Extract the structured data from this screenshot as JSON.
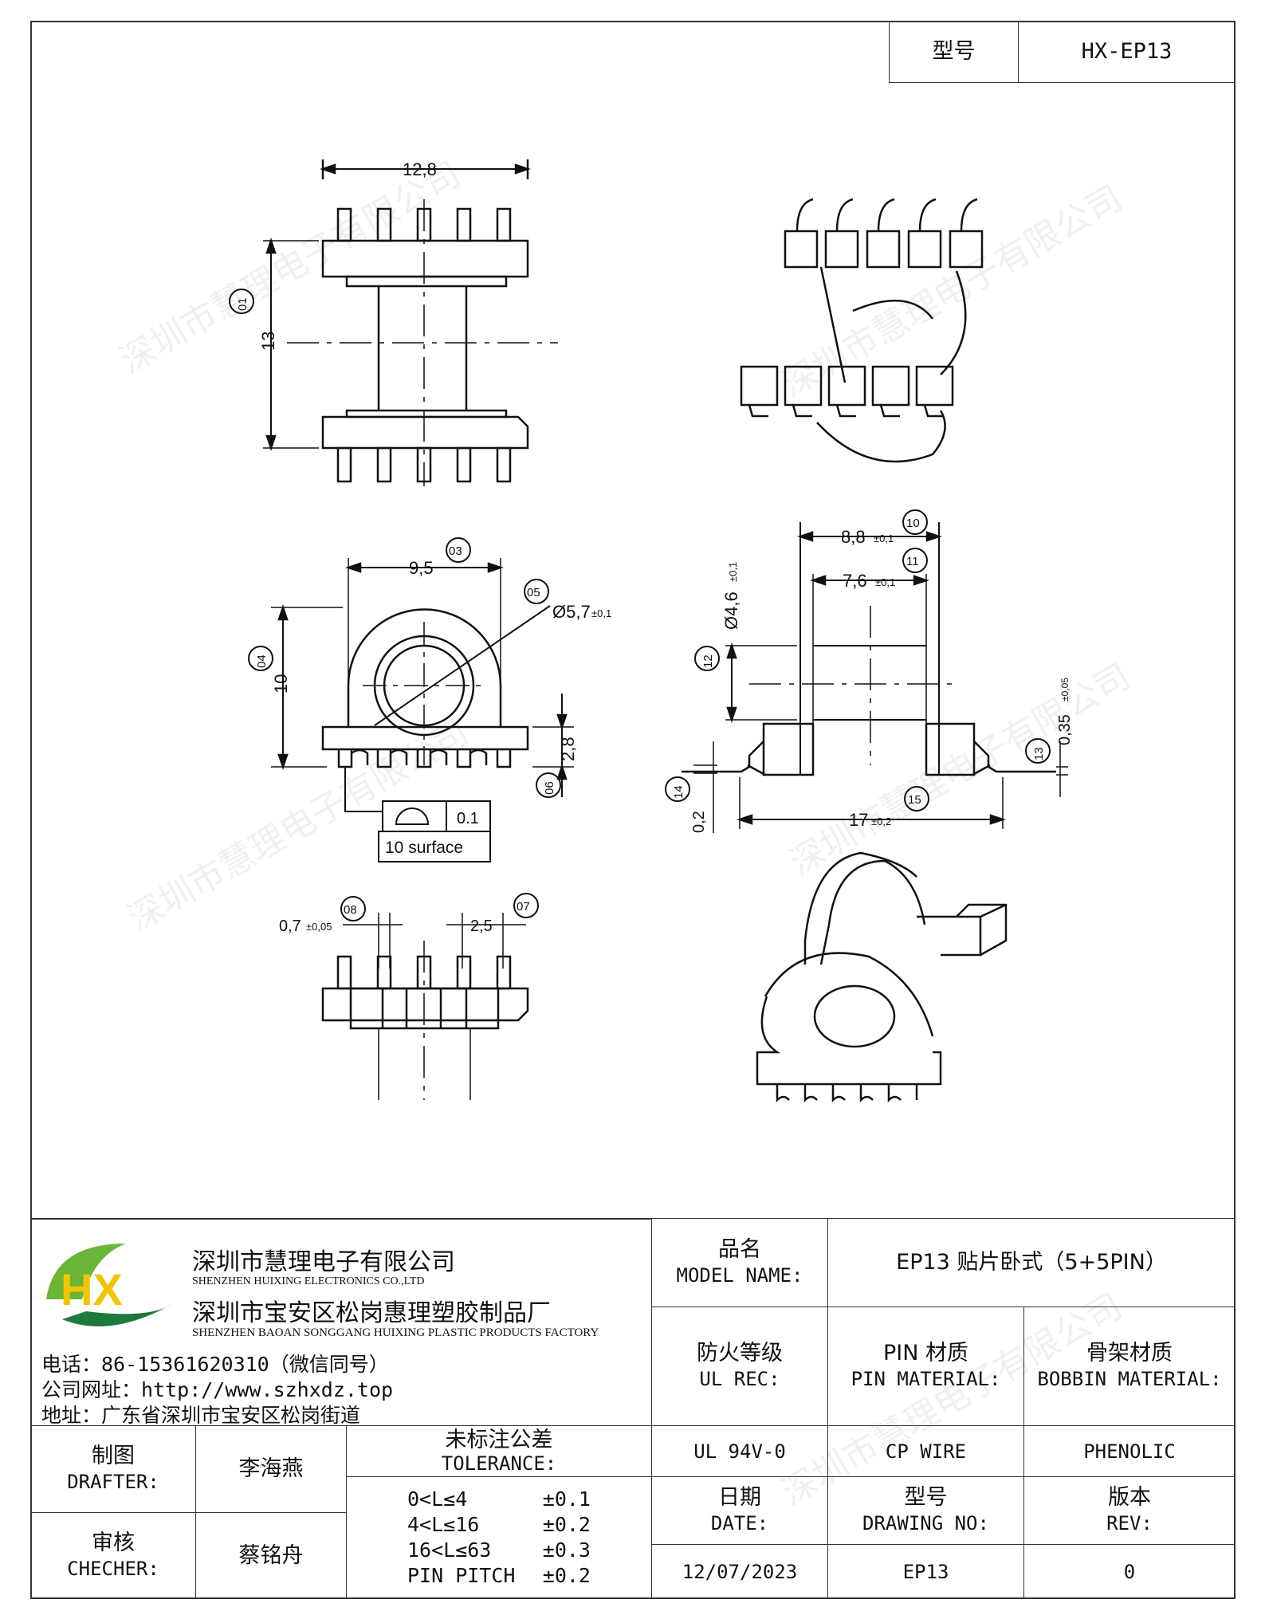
{
  "header": {
    "model_label": "型号",
    "model_value": "HX-EP13"
  },
  "drawing": {
    "dims": {
      "w128": "12,8",
      "h13": "13",
      "w95": "9,5",
      "d57": "Ø5,7",
      "d57_tol": "±0,1",
      "h10": "10",
      "h28": "2,8",
      "w88": "8,8",
      "w88_tol": "±0,1",
      "w76": "7,6",
      "w76_tol": "±0,1",
      "d46": "Ø4,6",
      "d46_tol": "±0,1",
      "t035": "0,35",
      "t035_tol": "±0,05",
      "w17": "17",
      "w17_tol": "±0,2",
      "h02": "0,2",
      "pw": "0,7",
      "pw_tol": "±0,05",
      "pp": "2,5"
    },
    "balloons": [
      "01",
      "03",
      "04",
      "05",
      "06",
      "07",
      "08",
      "10",
      "11",
      "12",
      "13",
      "14",
      "15"
    ],
    "flatness": {
      "value": "0.1",
      "surface": "10 surface"
    }
  },
  "watermark": "深圳市慧理电子有限公司",
  "company": {
    "logo_text": "HX",
    "name_cn": "深圳市慧理电子有限公司",
    "name_en": "SHENZHEN HUIXING ELECTRONICS CO.,LTD",
    "factory_cn": "深圳市宝安区松岗惠理塑胶制品厂",
    "factory_en": "SHENZHEN BAOAN SONGGANG HUIXING PLASTIC PRODUCTS FACTORY",
    "phone": "电话：86-15361620310（微信同号）",
    "website": "公司网址：http://www.szhxdz.top",
    "address": "地址：广东省深圳市宝安区松岗街道"
  },
  "table": {
    "model_name_cn": "品名",
    "model_name_en": "MODEL NAME:",
    "model_name_value": "EP13 贴片卧式（5+5PIN）",
    "ul_cn": "防火等级",
    "ul_en": "UL REC:",
    "pin_cn": "PIN 材质",
    "pin_en": "PIN MATERIAL:",
    "bobbin_cn": "骨架材质",
    "bobbin_en": "BOBBIN MATERIAL:",
    "ul_value": "UL 94V-0",
    "pin_value": "CP WIRE",
    "bobbin_value": "PHENOLIC",
    "drafter_cn": "制图",
    "drafter_en": "DRAFTER:",
    "drafter_value": "李海燕",
    "checker_cn": "审核",
    "checker_en": "CHECHER:",
    "checker_value": "蔡铭舟",
    "tol_cn": "未标注公差",
    "tol_en": "TOLERANCE:",
    "tol_lines": [
      {
        "range": "0<L≤4",
        "value": "±0.1"
      },
      {
        "range": "4<L≤16",
        "value": "±0.2"
      },
      {
        "range": "16<L≤63",
        "value": "±0.3"
      },
      {
        "range": "PIN PITCH",
        "value": "±0.2"
      }
    ],
    "date_cn": "日期",
    "date_en": "DATE:",
    "date_value": "12/07/2023",
    "drawing_cn": "型号",
    "drawing_en": "DRAWING NO:",
    "drawing_value": "EP13",
    "rev_cn": "版本",
    "rev_en": "REV:",
    "rev_value": "0"
  }
}
